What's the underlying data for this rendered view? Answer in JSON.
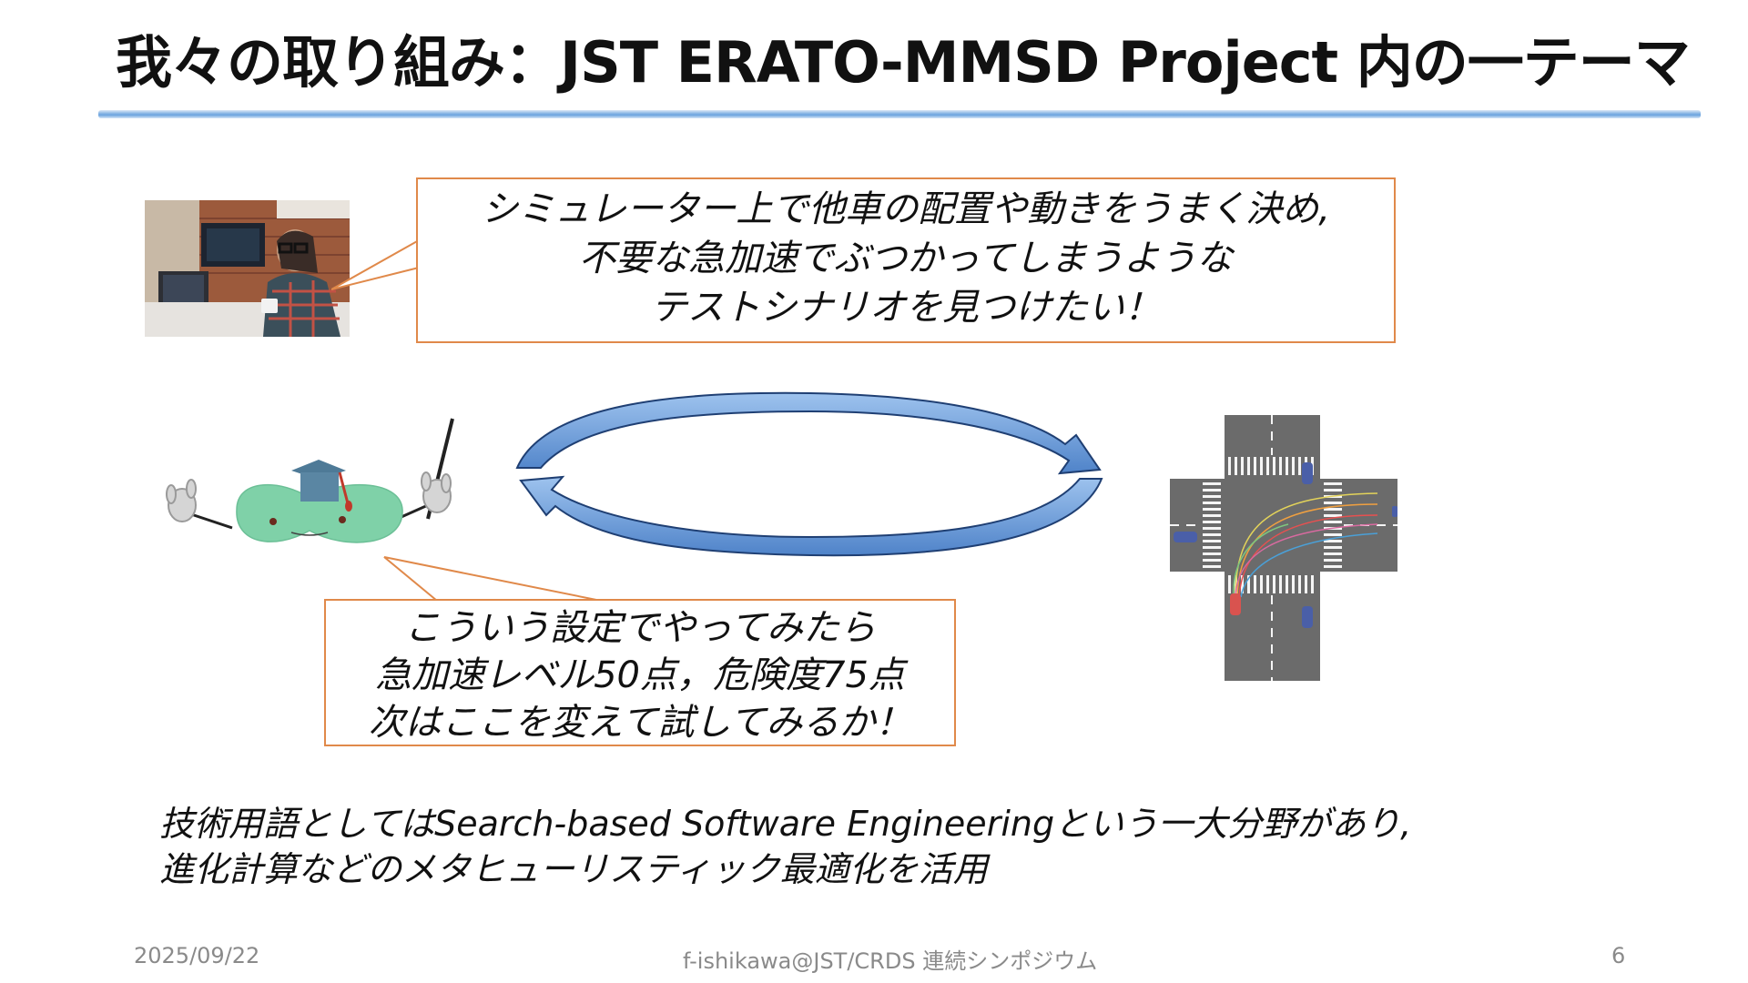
{
  "slide": {
    "title": "我々の取り組み：JST ERATO-MMSD Project 内の一テーマ",
    "callout_top": [
      "シミュレーター上で他車の配置や動きをうまく決め,",
      "不要な急加速でぶつかってしまうような",
      "テストシナリオを見つけたい！"
    ],
    "callout_bottom": [
      "こういう設定でやってみたら",
      "急加速レベル50点，危険度75点",
      "次はここを変えて試してみるか！"
    ],
    "bottom_text": [
      "技術用語としてはSearch-based Software Engineeringという一大分野があり,",
      "進化計算などのメタヒューリスティック最適化を活用"
    ],
    "footer": {
      "date": "2025/09/22",
      "center": "f-ishikawa@JST/CRDS 連続シンポジウム",
      "page": "6"
    }
  },
  "colors": {
    "callout_border": "#e0894a",
    "arrow_fill": "#5b8fd4",
    "robot_body": "#7fd1a8",
    "title_rule": "#6ea5df",
    "road": "#6b6b6b",
    "ego_car": "#d9534f",
    "other_car": "#4a5fa8"
  },
  "icons": {
    "photo": "person-at-desk-photo",
    "robot": "graduate-robot-icon",
    "cycle": "cycle-arrows-icon",
    "intersection": "intersection-simulation-icon"
  }
}
